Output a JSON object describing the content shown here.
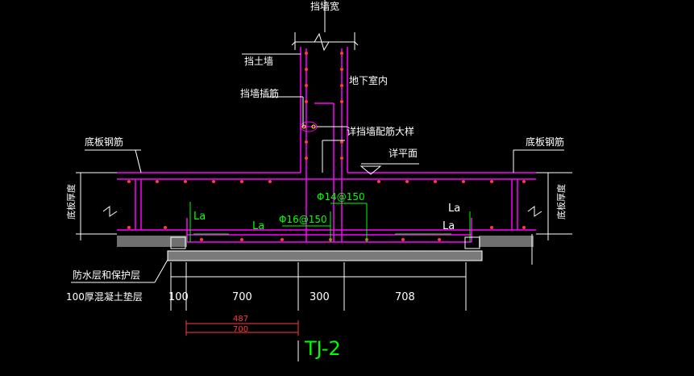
{
  "labels": {
    "wall_width": "挡墙宽",
    "retaining_wall": "挡土墙",
    "basement_interior": "地下室内",
    "wall_dowels": "挡墙插筋",
    "wall_detail_ref": "详挡墙配筋大样",
    "slab_rebar_left": "底板钢筋",
    "slab_rebar_right": "底板钢筋",
    "elevation_surface": "详平面",
    "slab_thickness_left": "底板厚度",
    "slab_thickness_right": "底板厚度",
    "rebar_top": "Φ14@150",
    "rebar_bottom": "Φ16@150",
    "la_left": "La",
    "la_mid": "La",
    "la_right_top": "La",
    "la_right_bottom": "La",
    "waterproof_layer": "防水层和保护层",
    "cushion_layer": "100厚混凝土垫层",
    "drawing_id": "TJ-2"
  },
  "dimensions": {
    "d1": "100",
    "d2": "700",
    "d3": "300",
    "d4": "708",
    "sub1": "487",
    "sub2": "700"
  },
  "colors": {
    "background": "#000000",
    "concrete_outline": "#ff00ff",
    "rebar": "#ff00ff",
    "dimension": "#ffffff",
    "annotation_green": "#00ff00",
    "highlight_red": "#ff3b3b",
    "drawing_id": "#00ff00"
  }
}
